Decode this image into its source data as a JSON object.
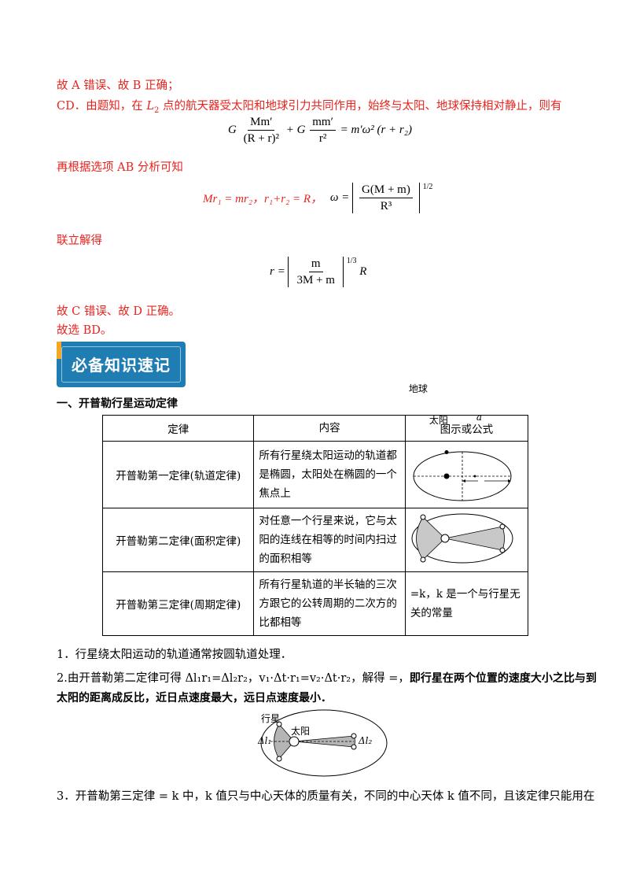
{
  "lines": {
    "l1": "故 A 错误、故 B 正确；",
    "l2_pre": "CD．由题知，在 ",
    "l2_L": "L",
    "l2_sub": "2",
    "l2_post": " 点的航天器受太阳和地球引力共同作用，始终与太阳、地球保持相对静止，则有",
    "l3": "再根据选项 AB 分析可知",
    "l4": "联立解得",
    "l5": "故 C 错误、故 D 正确。",
    "l6": "故选 BD。"
  },
  "eq1": {
    "g1": "G",
    "num1": "Mm′",
    "den1": "(R + r)²",
    "plus": "+ G",
    "num2": "mm′",
    "den2": "r²",
    "rhs": "= m′ω² (r + r₂)"
  },
  "eq2": {
    "left": "Mr₁ = mr₂，r₁+r₂ = R，",
    "omega": "ω =",
    "num": "G(M + m)",
    "den": "R³",
    "exp": "1/2"
  },
  "eq3": {
    "lhs": "r =",
    "num": "m",
    "den": "3M + m",
    "exp": "1/3",
    "tail": "R"
  },
  "badge": {
    "label": "必备知识速记"
  },
  "section1": {
    "title": "一、开普勒行星运动定律"
  },
  "table": {
    "headers": [
      "定律",
      "内容",
      "图示或公式"
    ],
    "rows": [
      {
        "law": "开普勒第一定律(轨道定律)",
        "content": "所有行星绕太阳运动的轨道都是椭圆，太阳处在椭圆的一个焦点上"
      },
      {
        "law": "开普勒第二定律(面积定律)",
        "content": "对任意一个行星来说，它与太阳的连线在相等的时间内扫过的面积相等"
      },
      {
        "law": "开普勒第三定律(周期定律)",
        "content": "所有行星轨道的半长轴的三次方跟它的公转周期的二次方的比都相等",
        "formula": "=k，k 是一个与行星无关的常量"
      }
    ],
    "fig1": {
      "earth": "地球",
      "sun": "太阳",
      "a": "a"
    }
  },
  "notes": {
    "n1": "1．行星绕太阳运动的轨道通常按圆轨道处理．",
    "n2_pre": "2.由开普勒第二定律可得 Δl₁r₁=Δl₂r₂，v₁·Δt·r₁=v₂·Δt·r₂，解得 =，",
    "n2_bold": "即行星在两个位置的速度大小之比与到",
    "n2b": "太阳的距离成反比，近日点速度最大，远日点速度最小．",
    "n3": "3．开普勒第三定律 = k 中，k 值只与中心天体的质量有关，不同的中心天体 k 值不同，且该定律只能用在"
  },
  "fig2": {
    "planet": "行星",
    "sun": "太阳",
    "dl1": "Δl₁",
    "dl2": "Δl₂"
  }
}
